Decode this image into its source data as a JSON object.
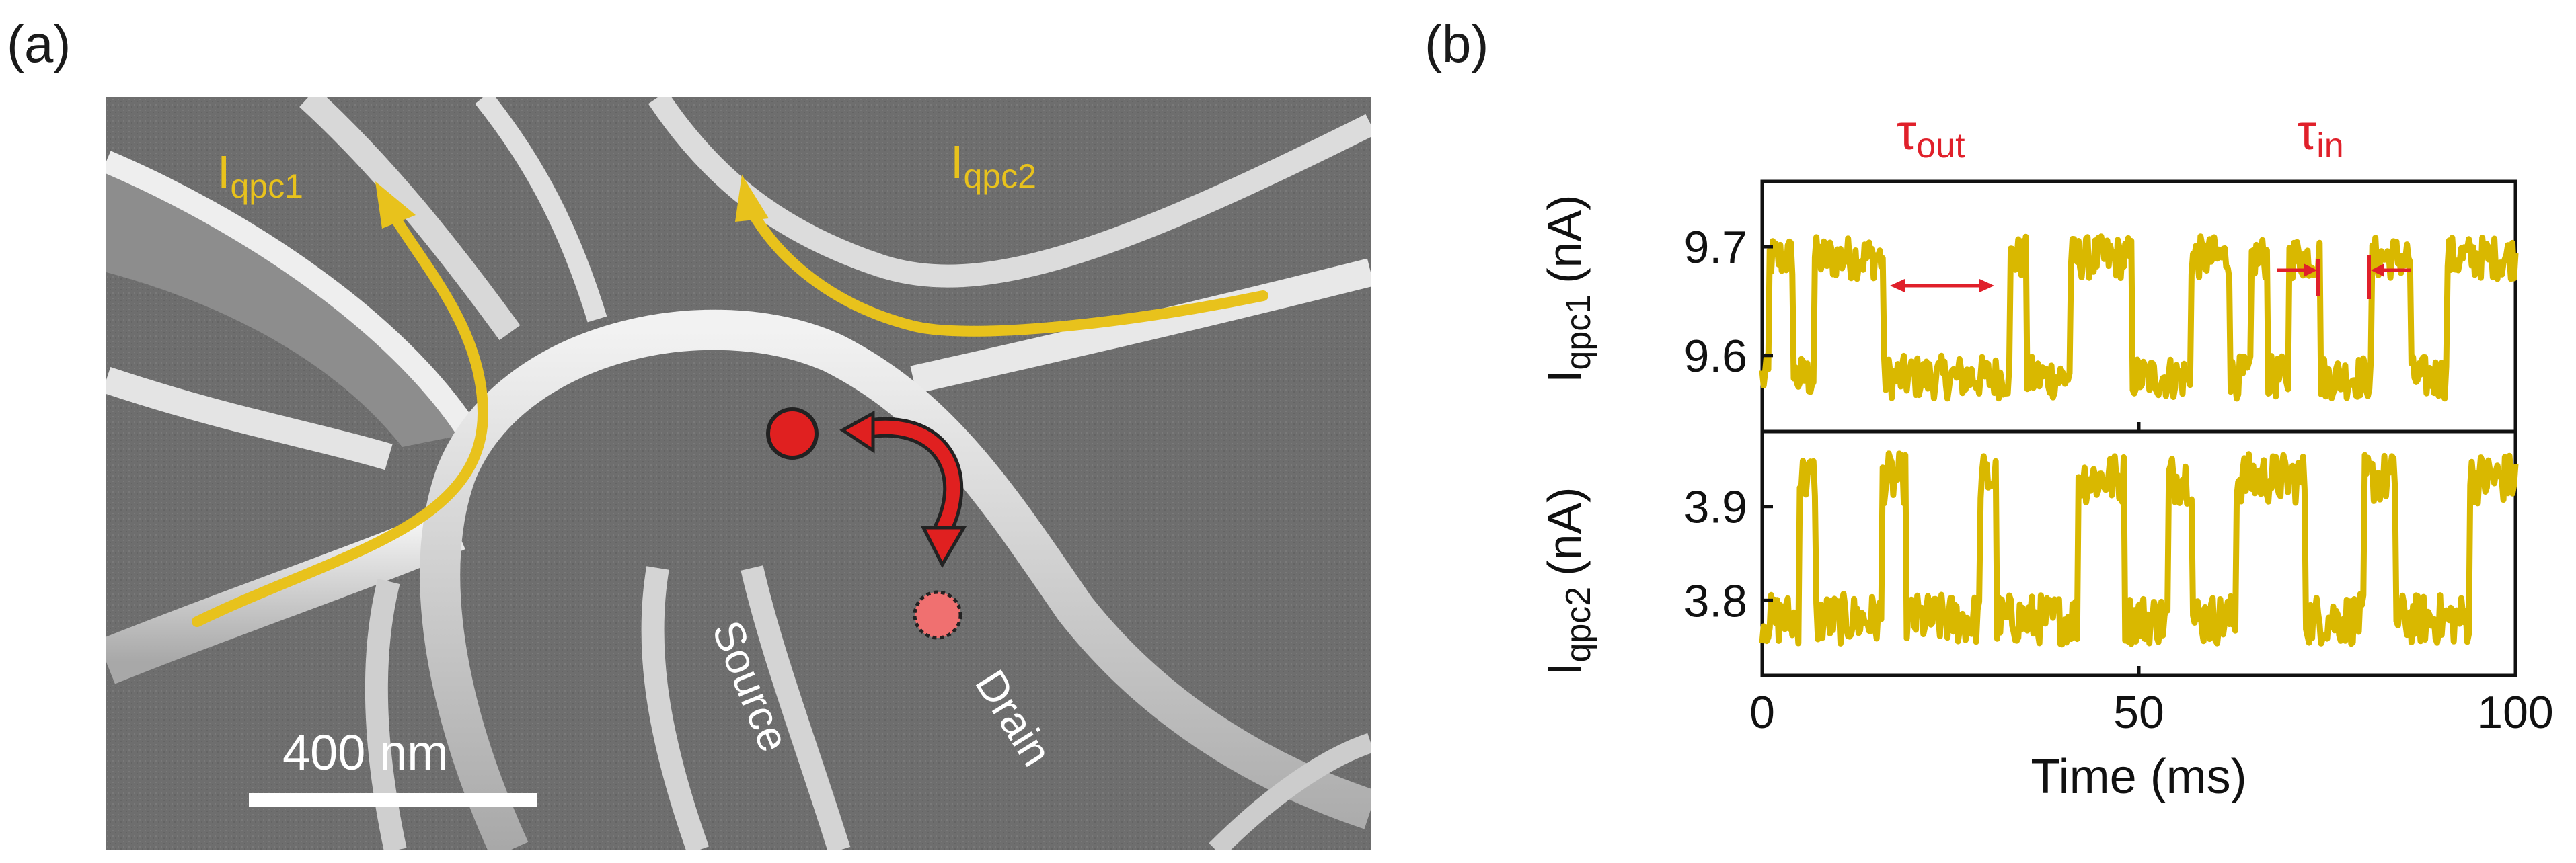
{
  "panel_a": {
    "label": "(a)",
    "arrow_label_1": "I",
    "arrow_label_1_sub": "qpc1",
    "arrow_label_2": "I",
    "arrow_label_2_sub": "qpc2",
    "source_label": "Source",
    "drain_label": "Drain",
    "scale_bar_label": "400 nm",
    "arrow_color": "#e8c21c",
    "electron_color": "#e02020",
    "electron_ghost_color": "#f07070"
  },
  "panel_b": {
    "label": "(b)",
    "tau_out": "τ",
    "tau_out_sub": "out",
    "tau_in": "τ",
    "tau_in_sub": "in",
    "annotation_color": "#e0202a",
    "trace_color": "#d9b800"
  },
  "chart_data": [
    {
      "type": "line",
      "ylabel": "I",
      "ylabel_sub": "qpc1",
      "ylabel_unit": "(nA)",
      "xlim": [
        0,
        100
      ],
      "ylim": [
        9.53,
        9.76
      ],
      "yticks": [
        "9.6",
        "9.7"
      ],
      "ytick_values": [
        9.6,
        9.7
      ],
      "low_level": 9.58,
      "high_level": 9.69,
      "high_intervals": [
        [
          1,
          4
        ],
        [
          7,
          16
        ],
        [
          33,
          35
        ],
        [
          41,
          49
        ],
        [
          57,
          62
        ],
        [
          65,
          67
        ],
        [
          70,
          74
        ],
        [
          81,
          86
        ],
        [
          91,
          100
        ]
      ],
      "series": [
        {
          "name": "",
          "color": "#d9b800"
        }
      ]
    },
    {
      "type": "line",
      "ylabel": "I",
      "ylabel_sub": "qpc2",
      "ylabel_unit": "(nA)",
      "xlabel": "Time (ms)",
      "xlim": [
        0,
        100
      ],
      "ylim": [
        3.72,
        3.98
      ],
      "yticks": [
        "3.8",
        "3.9"
      ],
      "ytick_values": [
        3.8,
        3.9
      ],
      "xticks": [
        "0",
        "50",
        "100"
      ],
      "xtick_values": [
        0,
        50,
        100
      ],
      "low_level": 3.78,
      "high_level": 3.93,
      "high_intervals": [
        [
          5,
          7
        ],
        [
          16,
          19
        ],
        [
          29,
          31
        ],
        [
          42,
          48
        ],
        [
          54,
          57
        ],
        [
          63,
          72
        ],
        [
          80,
          84
        ],
        [
          94,
          100
        ]
      ],
      "series": [
        {
          "name": "",
          "color": "#d9b800"
        }
      ]
    }
  ]
}
